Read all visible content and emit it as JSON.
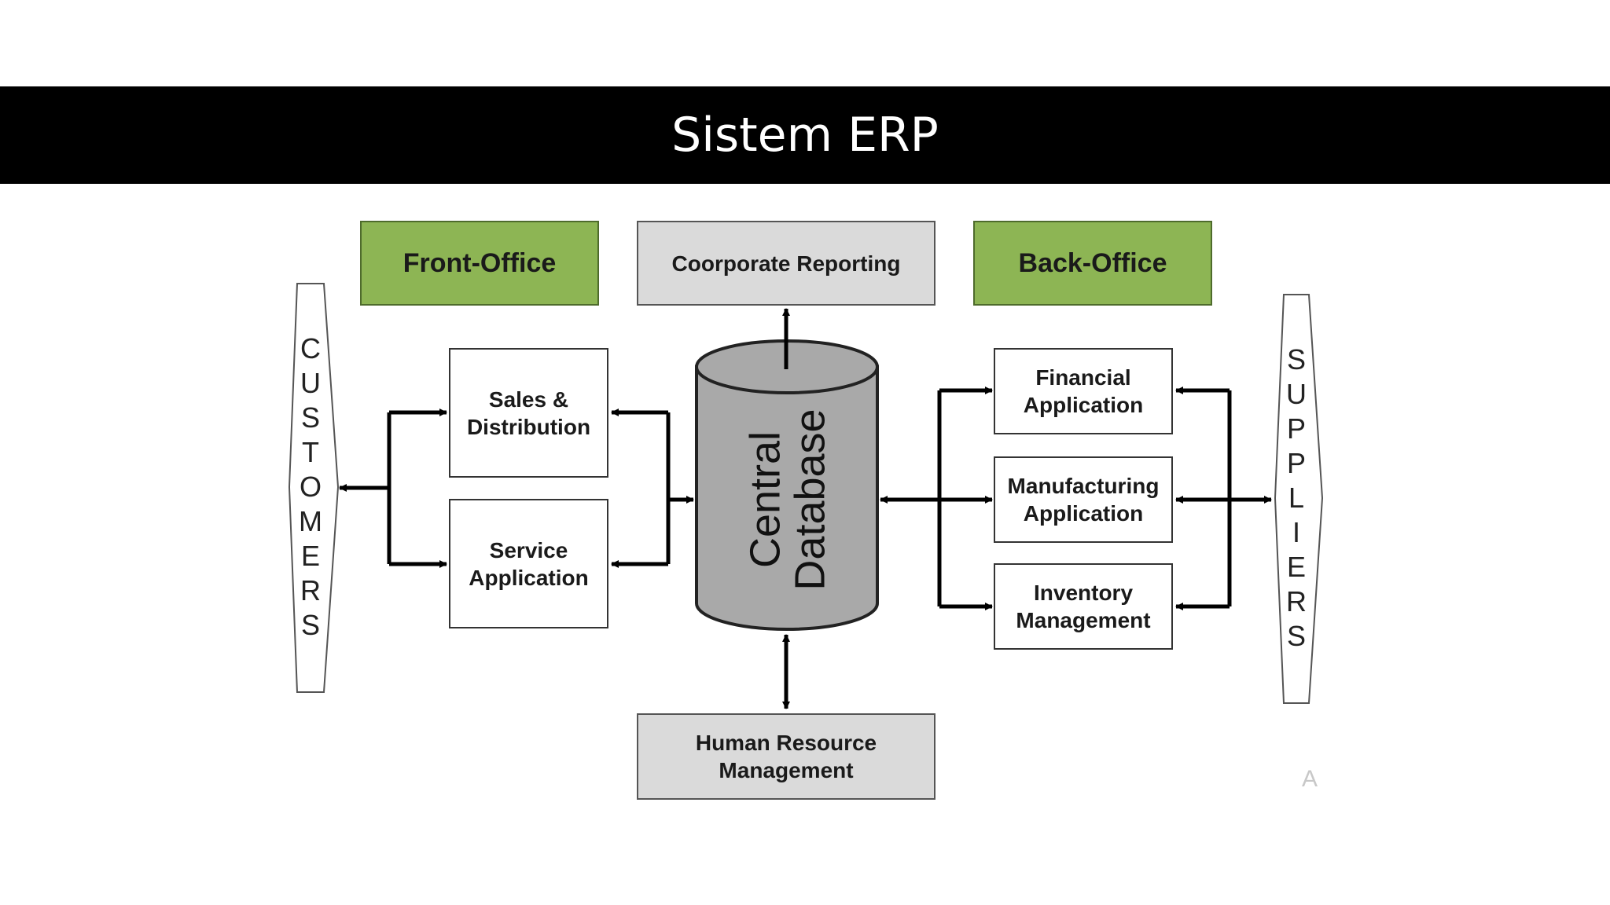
{
  "slide": {
    "title": "Sistem ERP",
    "corner_mark": "A"
  },
  "diagram": {
    "front_office": "Front-Office",
    "back_office": "Back-Office",
    "corporate_reporting": "Coorporate Reporting",
    "human_resource": "Human Resource Management",
    "sales_distribution": "Sales & Distribution",
    "service_application": "Service Application",
    "financial_application": "Financial Application",
    "manufacturing_application": "Manufacturing Application",
    "inventory_management": "Inventory Management",
    "central_database_line1": "Central",
    "central_database_line2": "Database",
    "customers": "CUSTOMERS",
    "suppliers": "SUPPLIERS"
  },
  "colors": {
    "title_bar": "#000000",
    "office_green": "#8db554",
    "system_gray": "#dadada",
    "database_gray": "#a9a9a9"
  }
}
